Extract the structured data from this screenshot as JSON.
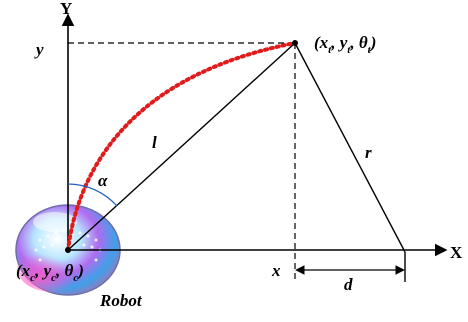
{
  "axes": {
    "y_label": "Y",
    "x_label": "X"
  },
  "labels": {
    "y_tick": "y",
    "x_tick": "x",
    "l": "l",
    "r": "r",
    "d": "d",
    "alpha": "α",
    "robot": "Robot"
  },
  "target_pose": {
    "x": "x",
    "x_sub": "t",
    "y": "y",
    "y_sub": "t",
    "theta": "θ",
    "theta_sub": "t"
  },
  "current_pose": {
    "x": "x",
    "x_sub": "c",
    "y": "y",
    "y_sub": "c",
    "theta": "θ",
    "theta_sub": "c"
  },
  "colors": {
    "arc": "#e01b1b",
    "alpha_arc": "#1f5fbf",
    "lines": "#000000"
  }
}
